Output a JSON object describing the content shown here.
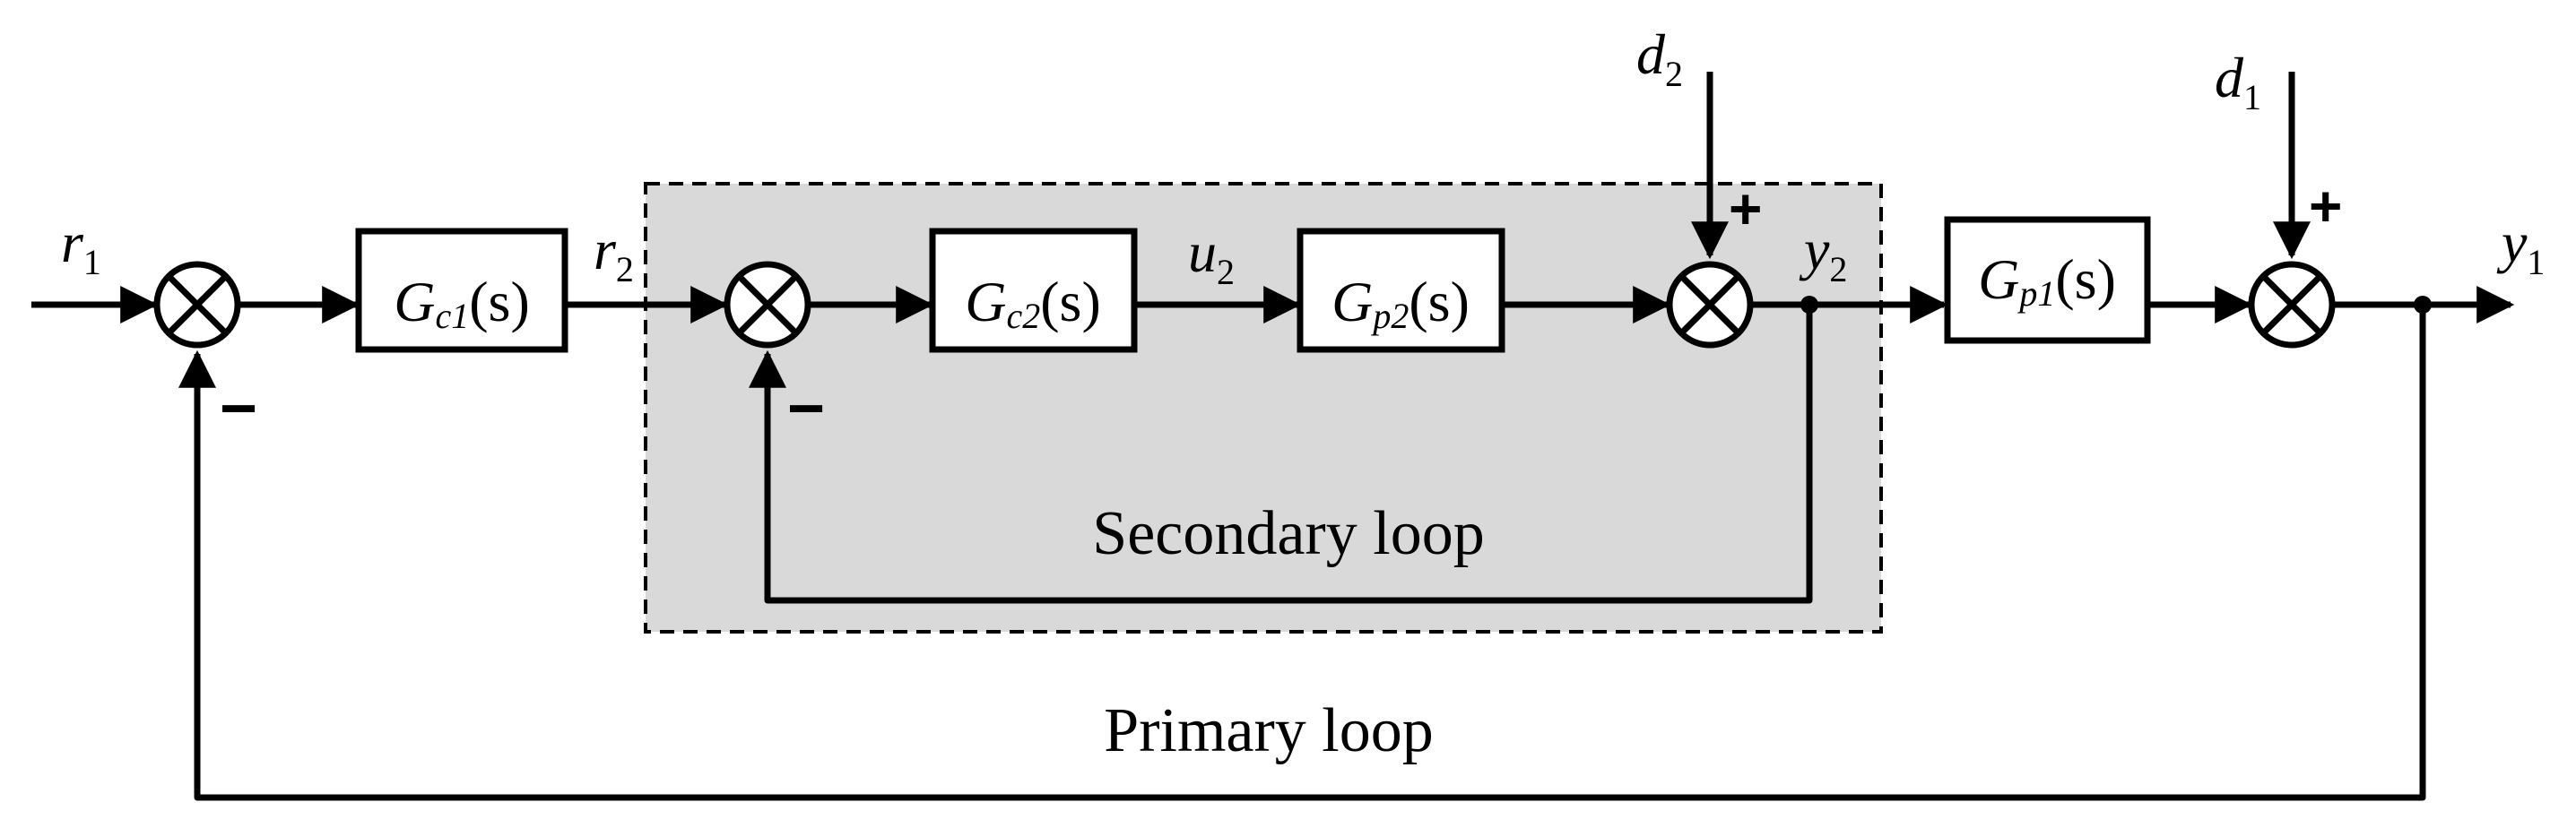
{
  "signals": {
    "r1": {
      "base": "r",
      "sub": "1"
    },
    "r2": {
      "base": "r",
      "sub": "2"
    },
    "u2": {
      "base": "u",
      "sub": "2"
    },
    "y2": {
      "base": "y",
      "sub": "2"
    },
    "y1": {
      "base": "y",
      "sub": "1"
    },
    "d2": {
      "base": "d",
      "sub": "2"
    },
    "d1": {
      "base": "d",
      "sub": "1"
    }
  },
  "blocks": {
    "gc1": {
      "G": "G",
      "sub": "c1",
      "arg": "(s)"
    },
    "gc2": {
      "G": "G",
      "sub": "c2",
      "arg": "(s)"
    },
    "gp2": {
      "G": "G",
      "sub": "p2",
      "arg": "(s)"
    },
    "gp1": {
      "G": "G",
      "sub": "p1",
      "arg": "(s)"
    }
  },
  "signs": {
    "sum1_minus": "−",
    "sum2_minus": "−",
    "sum3_plus": "+",
    "sum4_plus": "+"
  },
  "loops": {
    "secondary": "Secondary loop",
    "primary": "Primary loop"
  }
}
